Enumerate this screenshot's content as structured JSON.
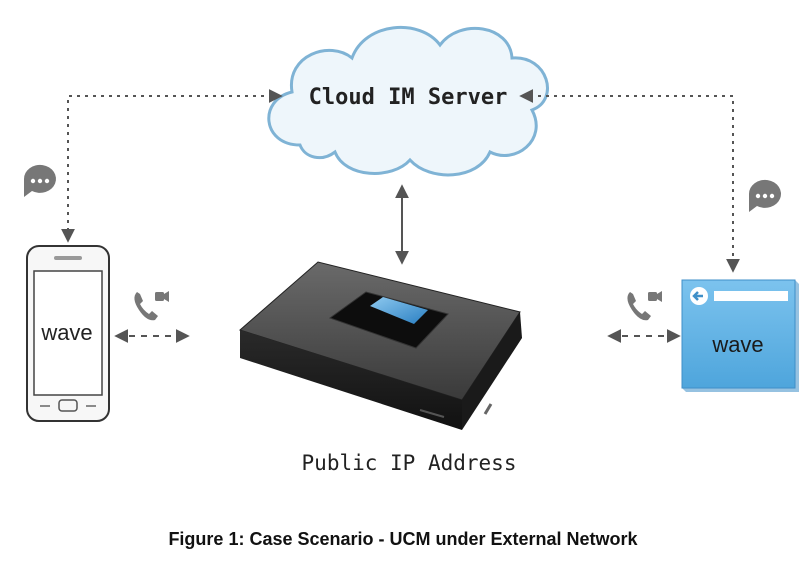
{
  "diagram": {
    "cloud_label": "Cloud IM Server",
    "device_label": "Public IP Address",
    "phone_app_label": "wave",
    "desktop_app_label": "wave",
    "caption": "Figure 1: Case Scenario - UCM under External Network"
  },
  "colors": {
    "line": "#555555",
    "cloud_stroke": "#7fb3d5",
    "cloud_fill": "#eef6fb",
    "desktop_blue": "#5fb0e3",
    "icon_gray": "#777777"
  },
  "icons": [
    "chat-bubble-icon",
    "phone-video-icon",
    "back-arrow-icon"
  ]
}
